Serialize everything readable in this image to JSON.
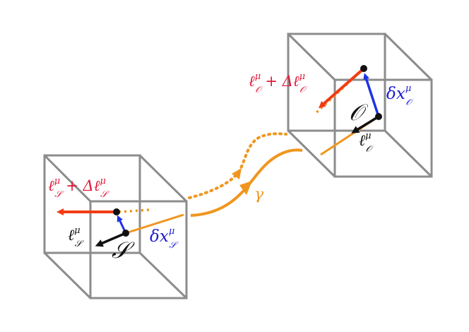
{
  "colors": {
    "cube": "#8c8c8c",
    "photon": "#f0961e",
    "red": "#f03c14",
    "label_red": "#e0193a",
    "blue": "#1e32e6",
    "label_blue": "#1e1ed2",
    "black": "#111111"
  },
  "labels": {
    "gamma": "γ",
    "observer": {
      "name": "𝒪",
      "ell_base": "ℓ",
      "ell_sup": "μ",
      "ell_sub": "𝒪",
      "plus": "+ Δℓ",
      "delta_x_base": "δx",
      "delta_x_sup": "μ",
      "delta_x_sub": "𝒪"
    },
    "source": {
      "name": "𝒮",
      "ell_base": "ℓ",
      "ell_sup": "μ",
      "ell_sub": "𝒮",
      "plus": "+ Δℓ",
      "delta_x_base": "δx",
      "delta_x_sup": "μ",
      "delta_x_sub": "𝒮"
    }
  }
}
